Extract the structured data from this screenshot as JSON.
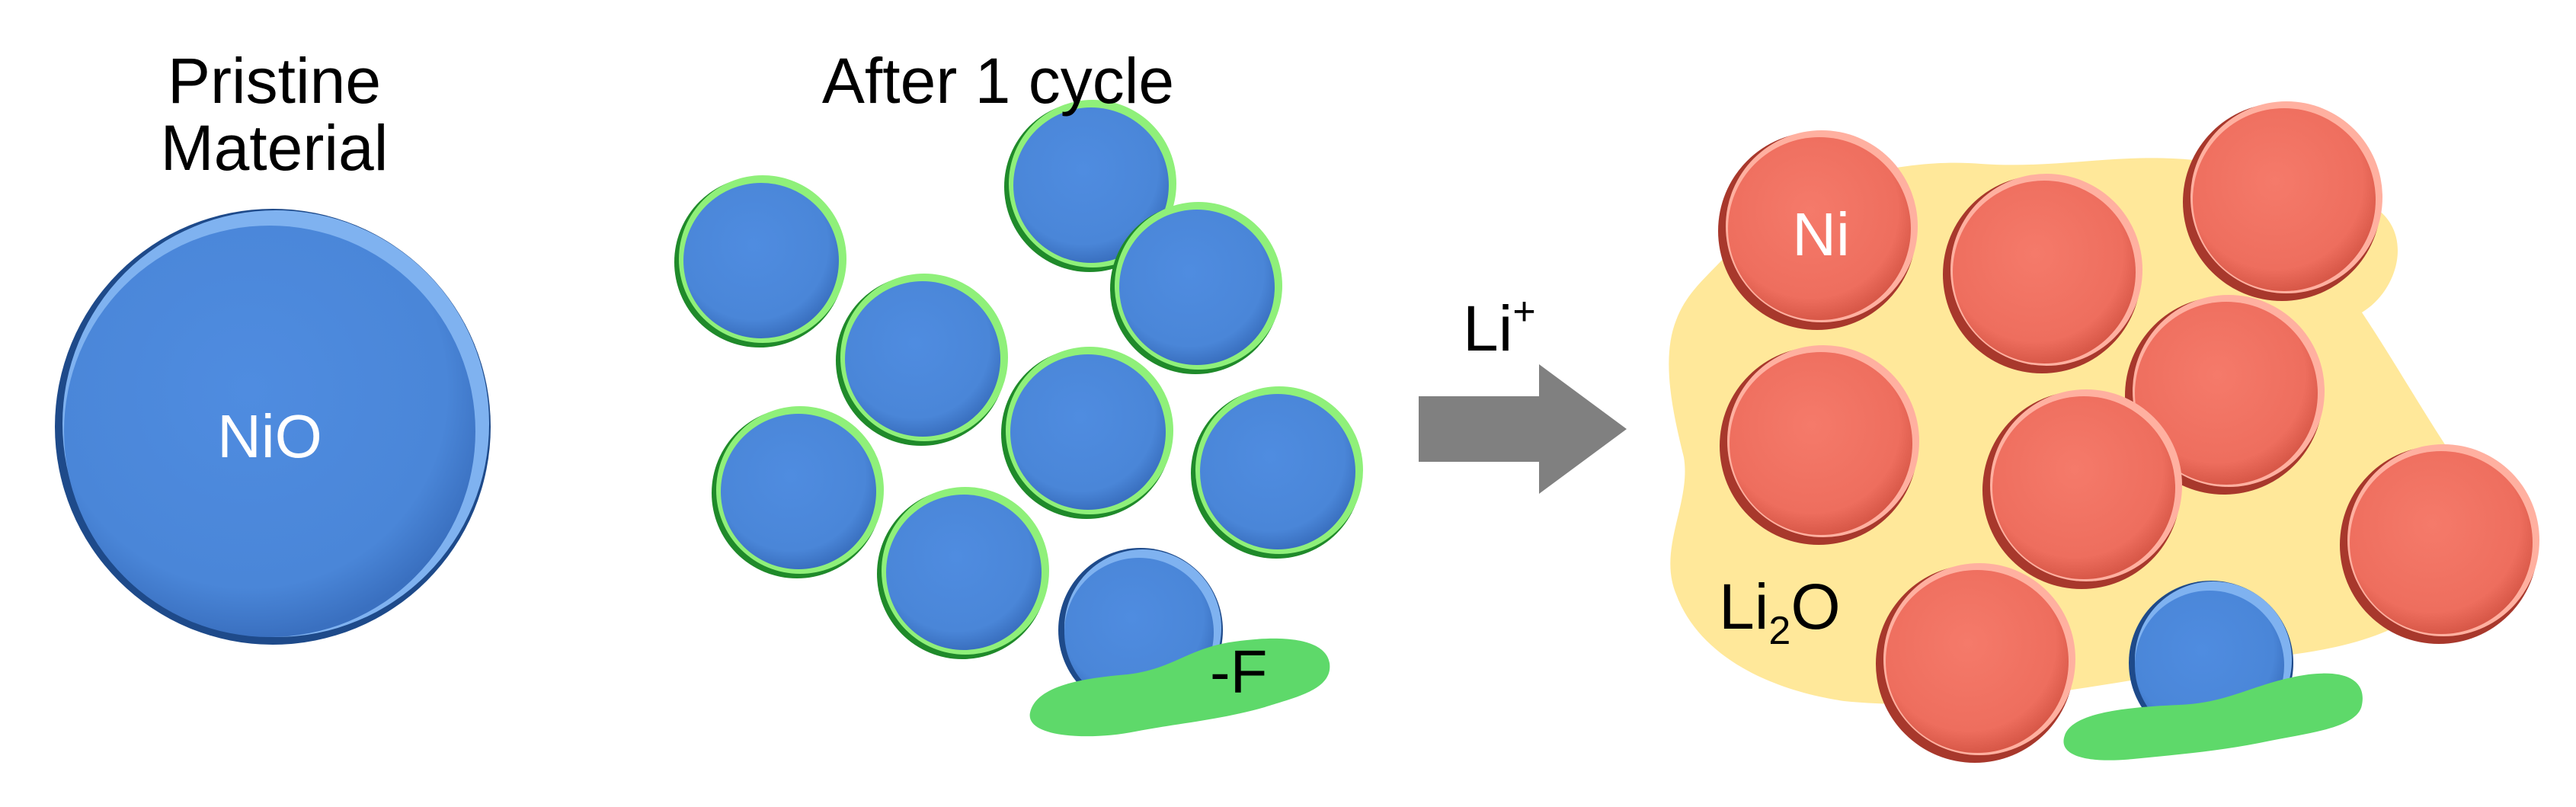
{
  "panels": {
    "pristine": {
      "title_line1": "Pristine",
      "title_line2": "Material",
      "particle_label": "NiO"
    },
    "after_cycle": {
      "title": "After 1 cycle",
      "surface_label": "-F"
    },
    "arrow": {
      "ion_base": "Li",
      "ion_charge": "+"
    },
    "lithiated": {
      "metal_label": "Ni",
      "matrix_base": "Li",
      "matrix_sub": "2",
      "matrix_tail": "O"
    }
  },
  "colors": {
    "nio_blue": "#4a86d8",
    "nio_rim": "#2d5ea8",
    "shell_green": "#3fcf4f",
    "fluoride_green": "#5ed96a",
    "ni_red": "#f07060",
    "ni_rim": "#c0483c",
    "li2o_yellow": "#ffe89a",
    "arrow_gray": "#808080"
  }
}
